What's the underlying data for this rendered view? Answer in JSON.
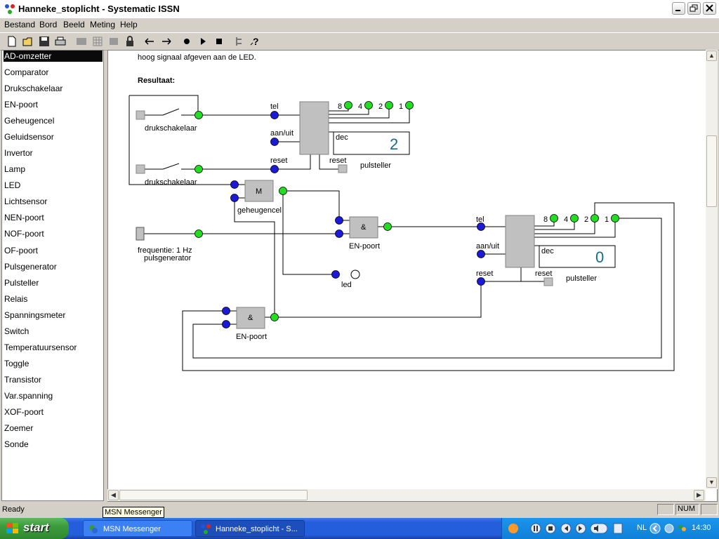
{
  "window": {
    "title": "Hanneke_stoplicht - Systematic ISSN",
    "title_text_color": "#000000"
  },
  "menu": [
    "Bestand",
    "Bord",
    "Beeld",
    "Meting",
    "Help"
  ],
  "toolbar": {
    "icons": [
      "new-file-icon",
      "open-folder-icon",
      "save-icon",
      "print-icon",
      "grid-icon",
      "grid-icon",
      "grid-icon",
      "lock-icon",
      "arrow-left-icon",
      "arrow-right-icon",
      "record-icon",
      "play-icon",
      "stop-icon",
      "tree-icon",
      "help-icon"
    ]
  },
  "sidebar": {
    "items": [
      "AD-omzetter",
      "Comparator",
      "Drukschakelaar",
      "EN-poort",
      "Geheugencel",
      "Geluidsensor",
      "Invertor",
      "Lamp",
      "LED",
      "Lichtsensor",
      "NEN-poort",
      "NOF-poort",
      "OF-poort",
      "Pulsgenerator",
      "Pulsteller",
      "Relais",
      "Spanningsmeter",
      "Switch",
      "Temperatuursensor",
      "Toggle",
      "Transistor",
      "Var.spanning",
      "XOF-poort",
      "Zoemer",
      "Sonde"
    ],
    "selected": "AD-omzetter"
  },
  "document": {
    "intro_text": "hoog signaal afgeven aan de LED.",
    "result_heading": "Resultaat:"
  },
  "circuit": {
    "switch1_label": "drukschakelaar",
    "switch2_label": "drukschakelaar",
    "counter1": {
      "tel": "tel",
      "aanuit": "aan/uit",
      "reset_in": "reset",
      "reset_btn": "reset",
      "bits": [
        "8",
        "4",
        "2",
        "1"
      ],
      "dec_label": "dec",
      "dec_value": "2",
      "name": "pulsteller"
    },
    "memory": {
      "symbol": "M",
      "name": "geheugencel"
    },
    "and1": {
      "symbol": "&",
      "name": "EN-poort"
    },
    "pulsegen": {
      "freq": "frequentie:  1 Hz",
      "name": "pulsgenerator"
    },
    "led_label": "led",
    "counter2": {
      "tel": "tel",
      "aanuit": "aan/uit",
      "reset_in": "reset",
      "reset_btn": "reset",
      "bits": [
        "8",
        "4",
        "2",
        "1"
      ],
      "dec_label": "dec",
      "dec_value": "0",
      "name": "pulsteller"
    },
    "and2": {
      "symbol": "&",
      "name": "EN-poort"
    },
    "colors": {
      "node_high": "#22dd22",
      "node_input": "#1a1ad8",
      "box": "#c0c0c0",
      "display_text": "#1a6a8a"
    }
  },
  "statusbar": {
    "text": "Ready",
    "num": "NUM",
    "tooltip": "MSN Messenger"
  },
  "taskbar": {
    "start": "start",
    "tasks": [
      "MSN Messenger",
      "Hanneke_stoplicht - S..."
    ],
    "language": "NL",
    "clock": "14:30"
  }
}
